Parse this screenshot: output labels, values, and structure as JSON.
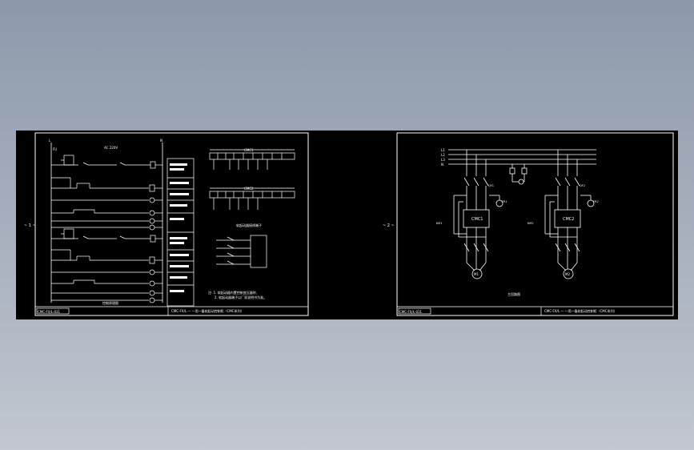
{
  "sheets": [
    {
      "title_block": "CMC-FX/L-031",
      "drawing_title": "控制原理图",
      "table1_header": "CMC1",
      "table2_header": "CMC2",
      "terminal_table_title": "软起动器接线端子",
      "note_line1": "注: 1. 软起动器内置控制变压器时,",
      "note_line2": "2. 软起动器端子以厂家说明书为准。",
      "supply_label": "AC 220V",
      "fuse_label": "FU",
      "side_label": "~  1 ~",
      "title_strip": "CMC-FX/L — 一用一备软起动控制柜（CMC系列）"
    },
    {
      "title_block": "CMC-FX/L-031",
      "drawing_title": "主回路图",
      "device1": "CMC1",
      "device2": "CMC2",
      "motor1": "M1",
      "motor2": "M2",
      "bus_labels": [
        "L1",
        "L2",
        "L3",
        "N"
      ],
      "qf_labels": [
        "QF1",
        "QF2"
      ],
      "km_labels": [
        "KM1",
        "KM2"
      ],
      "fr_labels": [
        "FR1",
        "FR2"
      ],
      "side_label": "~  2 ~",
      "title_strip": "CMC-FX/L — 一用一备软起动控制柜（CMC系列）"
    }
  ]
}
